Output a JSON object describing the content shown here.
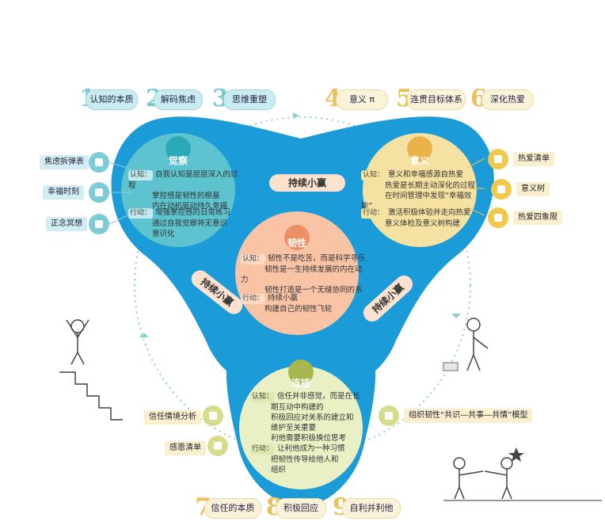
{
  "top_steps": [
    {
      "num": "1",
      "label": "认知的本质"
    },
    {
      "num": "2",
      "label": "解码焦虑"
    },
    {
      "num": "3",
      "label": "思维重塑"
    },
    {
      "num": "4",
      "label": "意义 π"
    },
    {
      "num": "5",
      "label": "连贯目标体系"
    },
    {
      "num": "6",
      "label": "深化热爱"
    }
  ],
  "bottom_steps": [
    {
      "num": "7",
      "label": "信任的本质"
    },
    {
      "num": "8",
      "label": "积极回应"
    },
    {
      "num": "9",
      "label": "自利并利他"
    }
  ],
  "left_tools": [
    "焦虑拆弹表",
    "幸福时刻",
    "正念冥想"
  ],
  "right_tools": [
    "热爱清单",
    "意义树",
    "热爱四象限"
  ],
  "lower_left_tools": [
    "信任情境分析",
    "感恩清单"
  ],
  "lower_right_tool": "组织韧性“共识—共事—共情”模型",
  "awareness": {
    "title": "觉察",
    "cog_tag": "认知：",
    "cog_lines": [
      "自我认知是层层深入的过程",
      "掌控感是韧性的根基",
      "内在动机驱动持久幸福"
    ],
    "act_tag": "行动：",
    "act_lines": [
      "增强掌控感的日常练习",
      "通过自我觉察将无意识",
      "意识化"
    ]
  },
  "meaning": {
    "title": "意义",
    "cog_tag": "认知：",
    "cog_lines": [
      "意义和幸福感源自热爱",
      "热爱是长期主动深化的过程",
      "在时间管理中发现“幸福效能”"
    ],
    "act_tag": "行动：",
    "act_lines": [
      "激活积极体验并走向热爱",
      "意义体检及意义树构建"
    ]
  },
  "resilience": {
    "title": "韧性",
    "cog_tag": "认知：",
    "cog_lines": [
      "韧性不是吃苦，而是科学寻乐",
      "韧性是一生持续发展的内在动力",
      "韧性打造是一个无缝协同的系统"
    ],
    "act_tag": "行动：",
    "act_lines": [
      "持续小赢",
      "构建自己的韧性飞轮"
    ]
  },
  "connection": {
    "title": "连接",
    "cog_tag": "认知：",
    "cog_lines": [
      "信任并非感觉，而是在长",
      "期互动中构建的",
      "积极回应对关系的建立和",
      "维护至关重要",
      "利他需要积极换位思考"
    ],
    "act_tag": "行动：",
    "act_lines": [
      "让利他成为一种习惯",
      "把韧性传导给他人和",
      "组织"
    ]
  },
  "banners": {
    "top": "持续小赢",
    "left": "持续小赢",
    "right": "持续小赢"
  }
}
